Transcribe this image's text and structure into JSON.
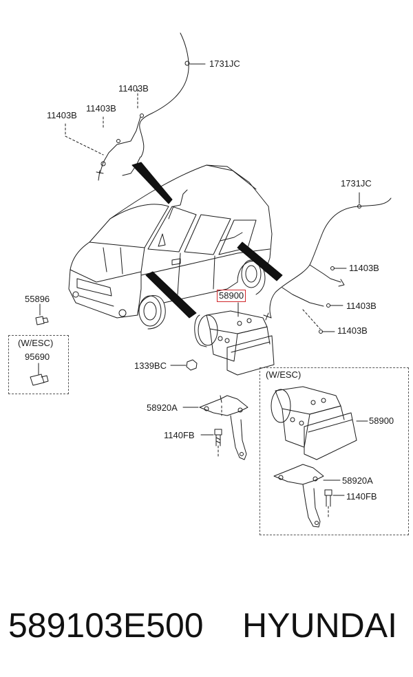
{
  "labels": {
    "connector_top": "1731JC",
    "clip_top_1": "11403B",
    "clip_top_2": "11403B",
    "clip_top_3": "11403B",
    "connector_right": "1731JC",
    "clip_right_1": "11403B",
    "clip_right_2": "11403B",
    "clip_right_3": "11403B",
    "sensor": "55896",
    "esc_note_left": "(W/ESC)",
    "esc_sensor": "95690",
    "abs_unit": "58900",
    "nut": "1339BC",
    "bracket": "58920A",
    "bolt": "1140FB",
    "esc_note_right": "(W/ESC)",
    "esc_abs_unit": "58900",
    "esc_bracket": "58920A",
    "esc_bolt": "1140FB"
  },
  "footer": {
    "part_number": "589103E500",
    "brand": "HYUNDAI"
  },
  "colors": {
    "highlight": "#d0262a",
    "line": "#1a1a1a"
  }
}
